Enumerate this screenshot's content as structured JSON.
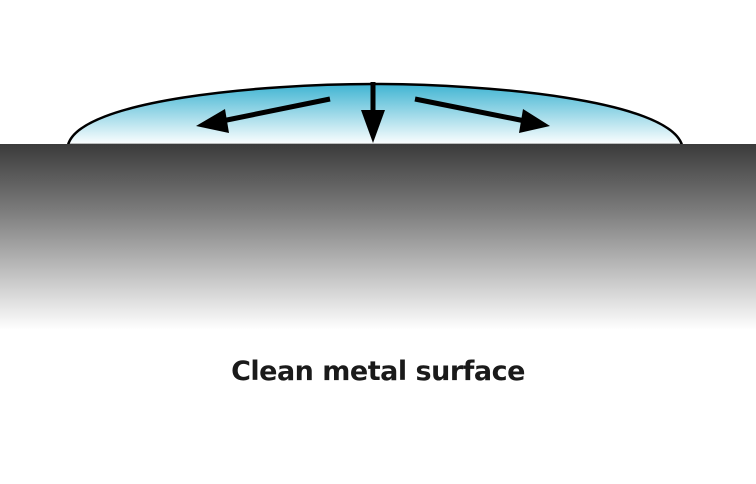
{
  "caption": "Clean metal surface",
  "colors": {
    "droplet_top": "#3fb4d2",
    "droplet_bottom": "#ffffff",
    "metal_top": "#3b3b3b",
    "metal_bottom": "#ffffff",
    "outline": "#000000"
  },
  "arrows": [
    {
      "name": "spread-left-arrow",
      "direction": "left"
    },
    {
      "name": "downward-arrow",
      "direction": "down"
    },
    {
      "name": "spread-right-arrow",
      "direction": "right"
    }
  ]
}
